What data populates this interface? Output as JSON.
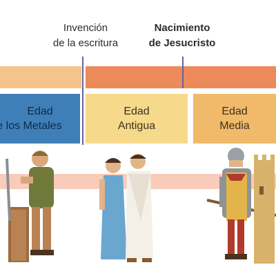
{
  "events": {
    "writing": {
      "line1": "Invención",
      "line2": "de la escritura"
    },
    "christ": {
      "line1": "Nacimiento",
      "line2": "de Jesucristo"
    }
  },
  "eras": [
    {
      "line1": "Edad",
      "line2": "de los Metales",
      "color": "#3f7fb8",
      "text_color": "#0b2a47"
    },
    {
      "line1": "Edad",
      "line2": "Antigua",
      "color": "#f6d98a",
      "text_color": "#3a3320"
    },
    {
      "line1": "Edad",
      "line2": "Media",
      "color": "#f1b96a",
      "text_color": "#3a3320"
    }
  ],
  "colors": {
    "timeline_left": "#f4c48a",
    "timeline_right": "#ec8a5a",
    "marker": "#6b5f9e",
    "ground_band": "#f2a98e"
  },
  "figures": [
    {
      "icon": "metalworker-figure"
    },
    {
      "icon": "ancient-couple-figure"
    },
    {
      "icon": "medieval-soldier-figure"
    },
    {
      "icon": "castle-tower-icon"
    }
  ]
}
